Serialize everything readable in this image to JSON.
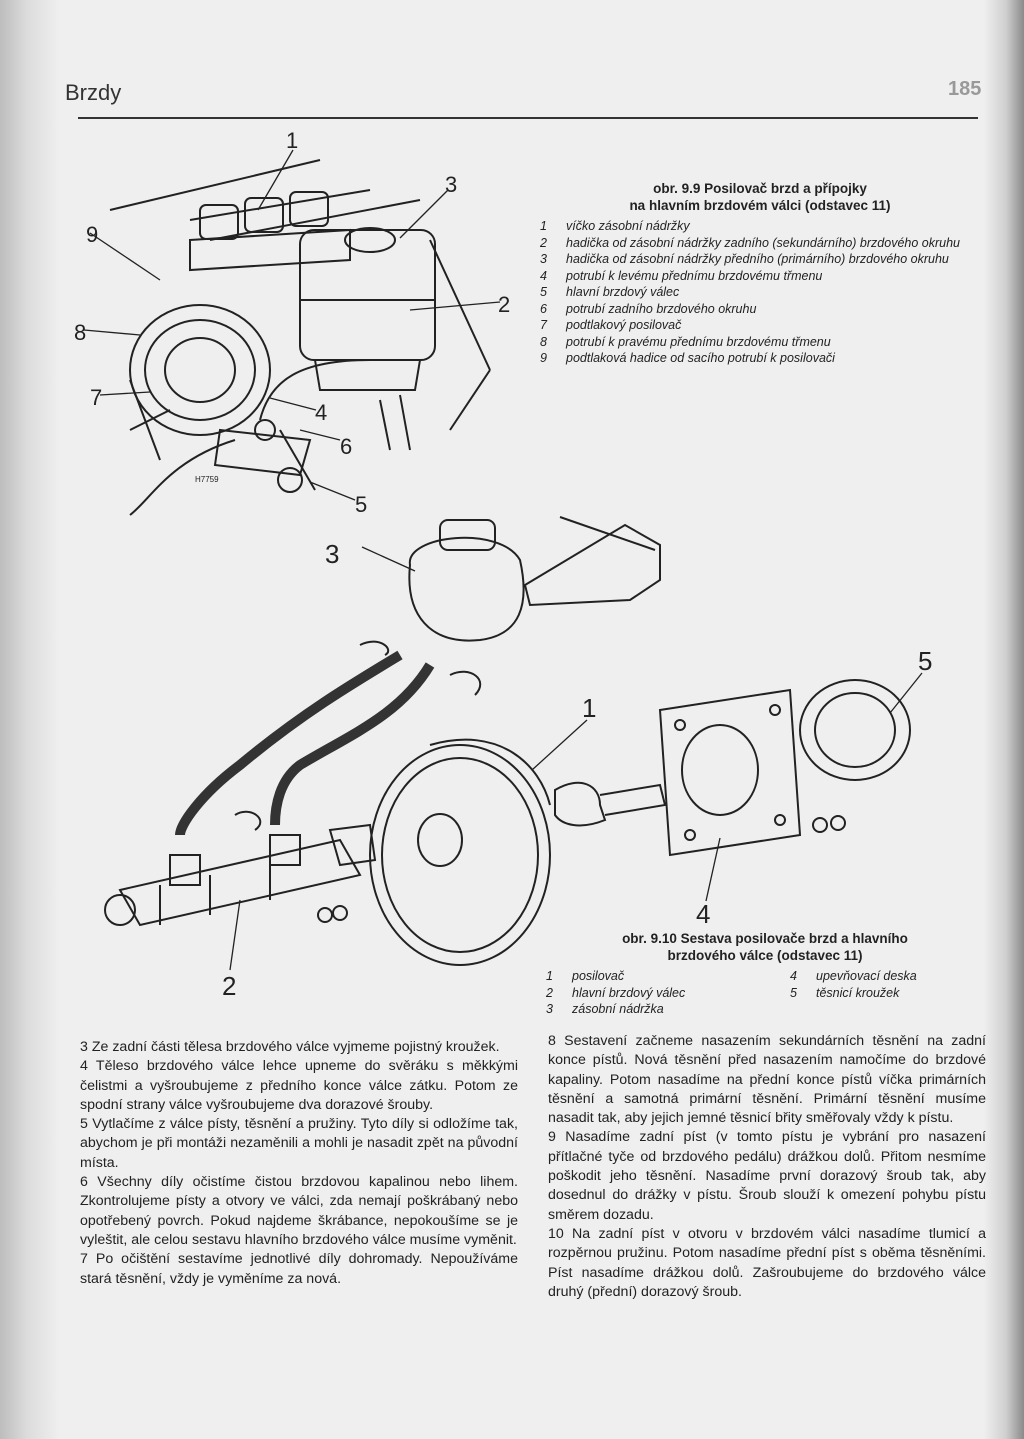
{
  "header": {
    "section": "Brzdy",
    "page_number": "185"
  },
  "figure_9_9": {
    "callouts": [
      "1",
      "2",
      "3",
      "4",
      "5",
      "6",
      "7",
      "8",
      "9"
    ],
    "caption_title_1": "obr. 9.9 Posilovač brzd a přípojky",
    "caption_title_2": "na hlavním brzdovém válci (odstavec 11)",
    "ref_code": "H7759",
    "legend": [
      {
        "n": "1",
        "t": "víčko zásobní nádržky"
      },
      {
        "n": "2",
        "t": "hadička od zásobní nádržky zadního (sekundárního) brzdového okruhu"
      },
      {
        "n": "3",
        "t": "hadička od zásobní nádržky předního (primárního) brzdového okruhu"
      },
      {
        "n": "4",
        "t": "potrubí k levému přednímu brzdovému třmenu"
      },
      {
        "n": "5",
        "t": "hlavní brzdový válec"
      },
      {
        "n": "6",
        "t": "potrubí zadního brzdového okruhu"
      },
      {
        "n": "7",
        "t": "podtlakový posilovač"
      },
      {
        "n": "8",
        "t": "potrubí k pravému přednímu brzdovému třmenu"
      },
      {
        "n": "9",
        "t": "podtlaková hadice od sacího potrubí k posilovači"
      }
    ]
  },
  "figure_9_10": {
    "callouts": [
      "1",
      "2",
      "3",
      "4",
      "5"
    ],
    "caption_title_1": "obr. 9.10 Sestava posilovače brzd a hlavního",
    "caption_title_2": "brzdového válce (odstavec 11)",
    "legend_left": [
      {
        "n": "1",
        "t": "posilovač"
      },
      {
        "n": "2",
        "t": "hlavní brzdový válec"
      },
      {
        "n": "3",
        "t": "zásobní nádržka"
      }
    ],
    "legend_right": [
      {
        "n": "4",
        "t": "upevňovací deska"
      },
      {
        "n": "5",
        "t": "těsnicí kroužek"
      }
    ]
  },
  "body": {
    "left": [
      "3 Ze zadní části tělesa brzdového válce vyjmeme pojistný kroužek.",
      "4 Těleso brzdového válce lehce upneme do svěráku s měkkými čelistmi a vyšroubujeme z předního konce válce zátku. Potom ze spodní strany válce vyšroubujeme dva dorazové šrouby.",
      "5 Vytlačíme z válce písty, těsnění a pružiny. Tyto díly si odložíme tak, abychom je při montáži nezaměnili a mohli je nasadit zpět na původní místa.",
      "6 Všechny díly očistíme čistou brzdovou kapalinou nebo lihem. Zkontrolujeme písty a otvory ve válci, zda nemají poškrábaný nebo opotřebený povrch. Pokud najdeme škrábance, nepokoušíme se je vyleštit, ale celou sestavu hlavního brzdového válce musíme vyměnit.",
      "7 Po očištění sestavíme jednotlivé díly dohromady. Nepoužíváme stará těsnění, vždy je vyměníme za nová."
    ],
    "right": [
      "8 Sestavení začneme nasazením sekundárních těsnění na zadní konce pístů. Nová těsnění před nasazením namočíme do brzdové kapaliny. Potom nasadíme na přední konce pístů víčka primárních těsnění a samotná primární těsnění. Primární těsnění musíme nasadit tak, aby jejich jemné těsnicí břity směřovaly vždy k pístu.",
      "9 Nasadíme zadní píst (v tomto pístu je vybrání pro nasazení přítlačné tyče od brzdového pedálu) drážkou dolů. Přitom nesmíme poškodit jeho těsnění. Nasadíme první dorazový šroub tak, aby dosednul do drážky v pístu. Šroub slouží k omezení pohybu pístu směrem dozadu.",
      "10 Na zadní píst v otvoru v brzdovém válci nasadíme tlumicí a rozpěrnou pružinu. Potom nasadíme přední píst s oběma těsněními. Píst nasadíme drážkou dolů. Zašroubujeme do brzdového válce druhý (přední) dorazový šroub."
    ]
  }
}
